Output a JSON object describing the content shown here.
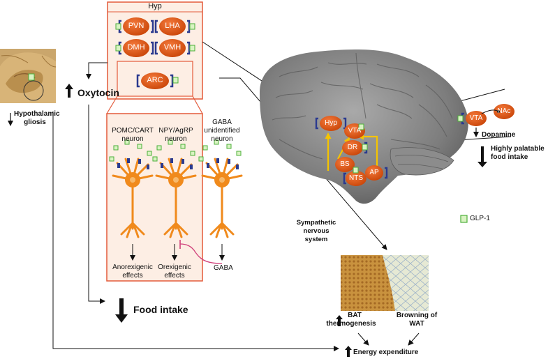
{
  "labels": {
    "hyp": "Hyp",
    "oxytocin": "Oxytocin",
    "gliosis": "Hypothalamic gliosis",
    "pomc": "POMC/CART neuron",
    "npy": "NPY/AgRP neuron",
    "gaba_unid": "GABA unidentified neuron",
    "anorexigenic": "Anorexigenic effects",
    "orexigenic": "Orexigenic effects",
    "gaba": "GABA",
    "food_intake": "Food intake",
    "sns": "Sympathetic nervous system",
    "bat": "BAT thermogenesis",
    "browning": "Browning of WAT",
    "energy": "Energy expenditure",
    "dopamine": "Dopamine",
    "palatable": "Highly palatable food intake",
    "glp1": "GLP-1"
  },
  "nuclei": {
    "pvn": "PVN",
    "lha": "LHA",
    "dmh": "DMH",
    "vmh": "VMH",
    "arc": "ARC",
    "hyp_brain": "Hyp",
    "vta": "VTA",
    "dr": "DR",
    "bs": "BS",
    "nts": "NTS",
    "ap": "AP",
    "vta_inset": "VTA",
    "nac": "NAc"
  },
  "colors": {
    "nucleus": "#e0530f",
    "panel_border": "#e35a3a",
    "panel_fill": "#fdeee4",
    "neuron": "#f08a1c",
    "receptor": "#2b3a8f",
    "glp1_fill": "#d9f3c2",
    "glp1_stroke": "#4caf3a",
    "yellow_arrow": "#f5c400",
    "gaba_line": "#d0407a",
    "brain": "#8a8a8a"
  }
}
